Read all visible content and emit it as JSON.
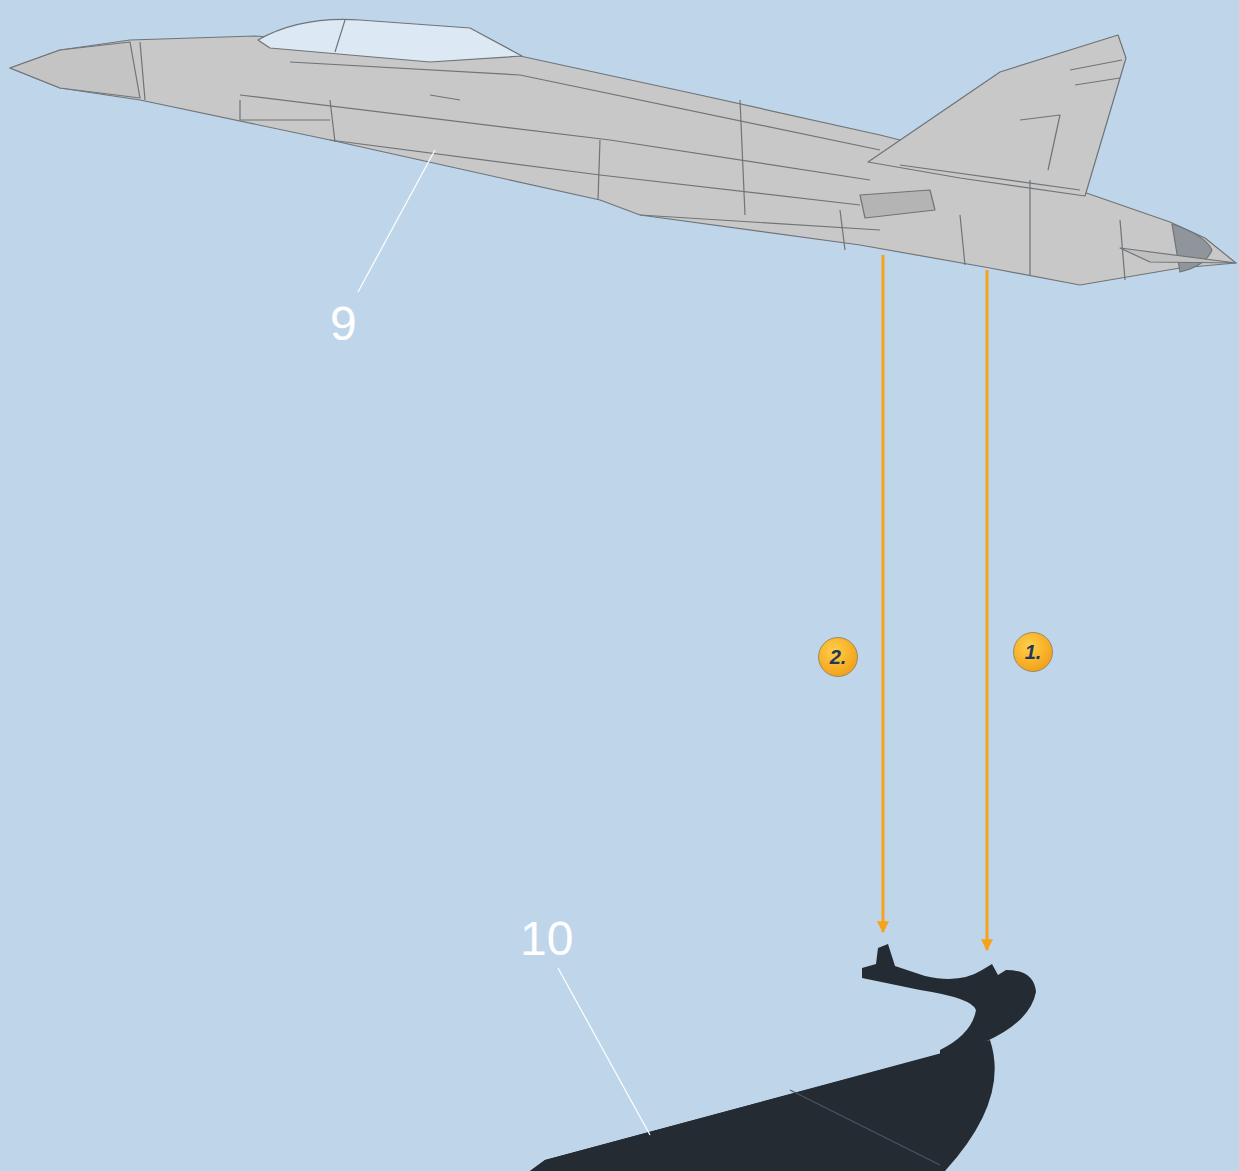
{
  "diagram": {
    "nodes": [
      {
        "text": [
          "2."
        ]
      },
      {
        "text": [
          "1."
        ]
      }
    ],
    "labels": [
      "9",
      "10"
    ]
  }
}
